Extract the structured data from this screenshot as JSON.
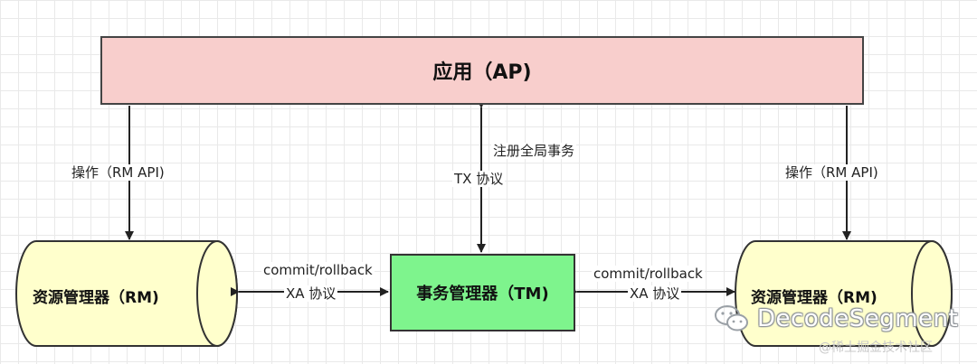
{
  "nodes": {
    "app": "应用（AP)",
    "tm": "事务管理器（TM)",
    "rm_left": "资源管理器（RM)",
    "rm_right": "资源管理器（RM)"
  },
  "edges": {
    "op_left": "操作（RM API)",
    "op_right": "操作（RM API)",
    "register": "注册全局事务",
    "tx_protocol": "TX 协议",
    "commit_left": "commit/rollback",
    "xa_left": "XA 协议",
    "commit_right": "commit/rollback",
    "xa_right": "XA 协议"
  },
  "watermark": {
    "brand": "DecodeSegment",
    "icon": "wechat-icon",
    "site": "@稀土掘金技术社区"
  },
  "colors": {
    "app_fill": "#f8cecc",
    "tm_fill": "#7ef48d",
    "rm_fill": "#ffffcc"
  }
}
